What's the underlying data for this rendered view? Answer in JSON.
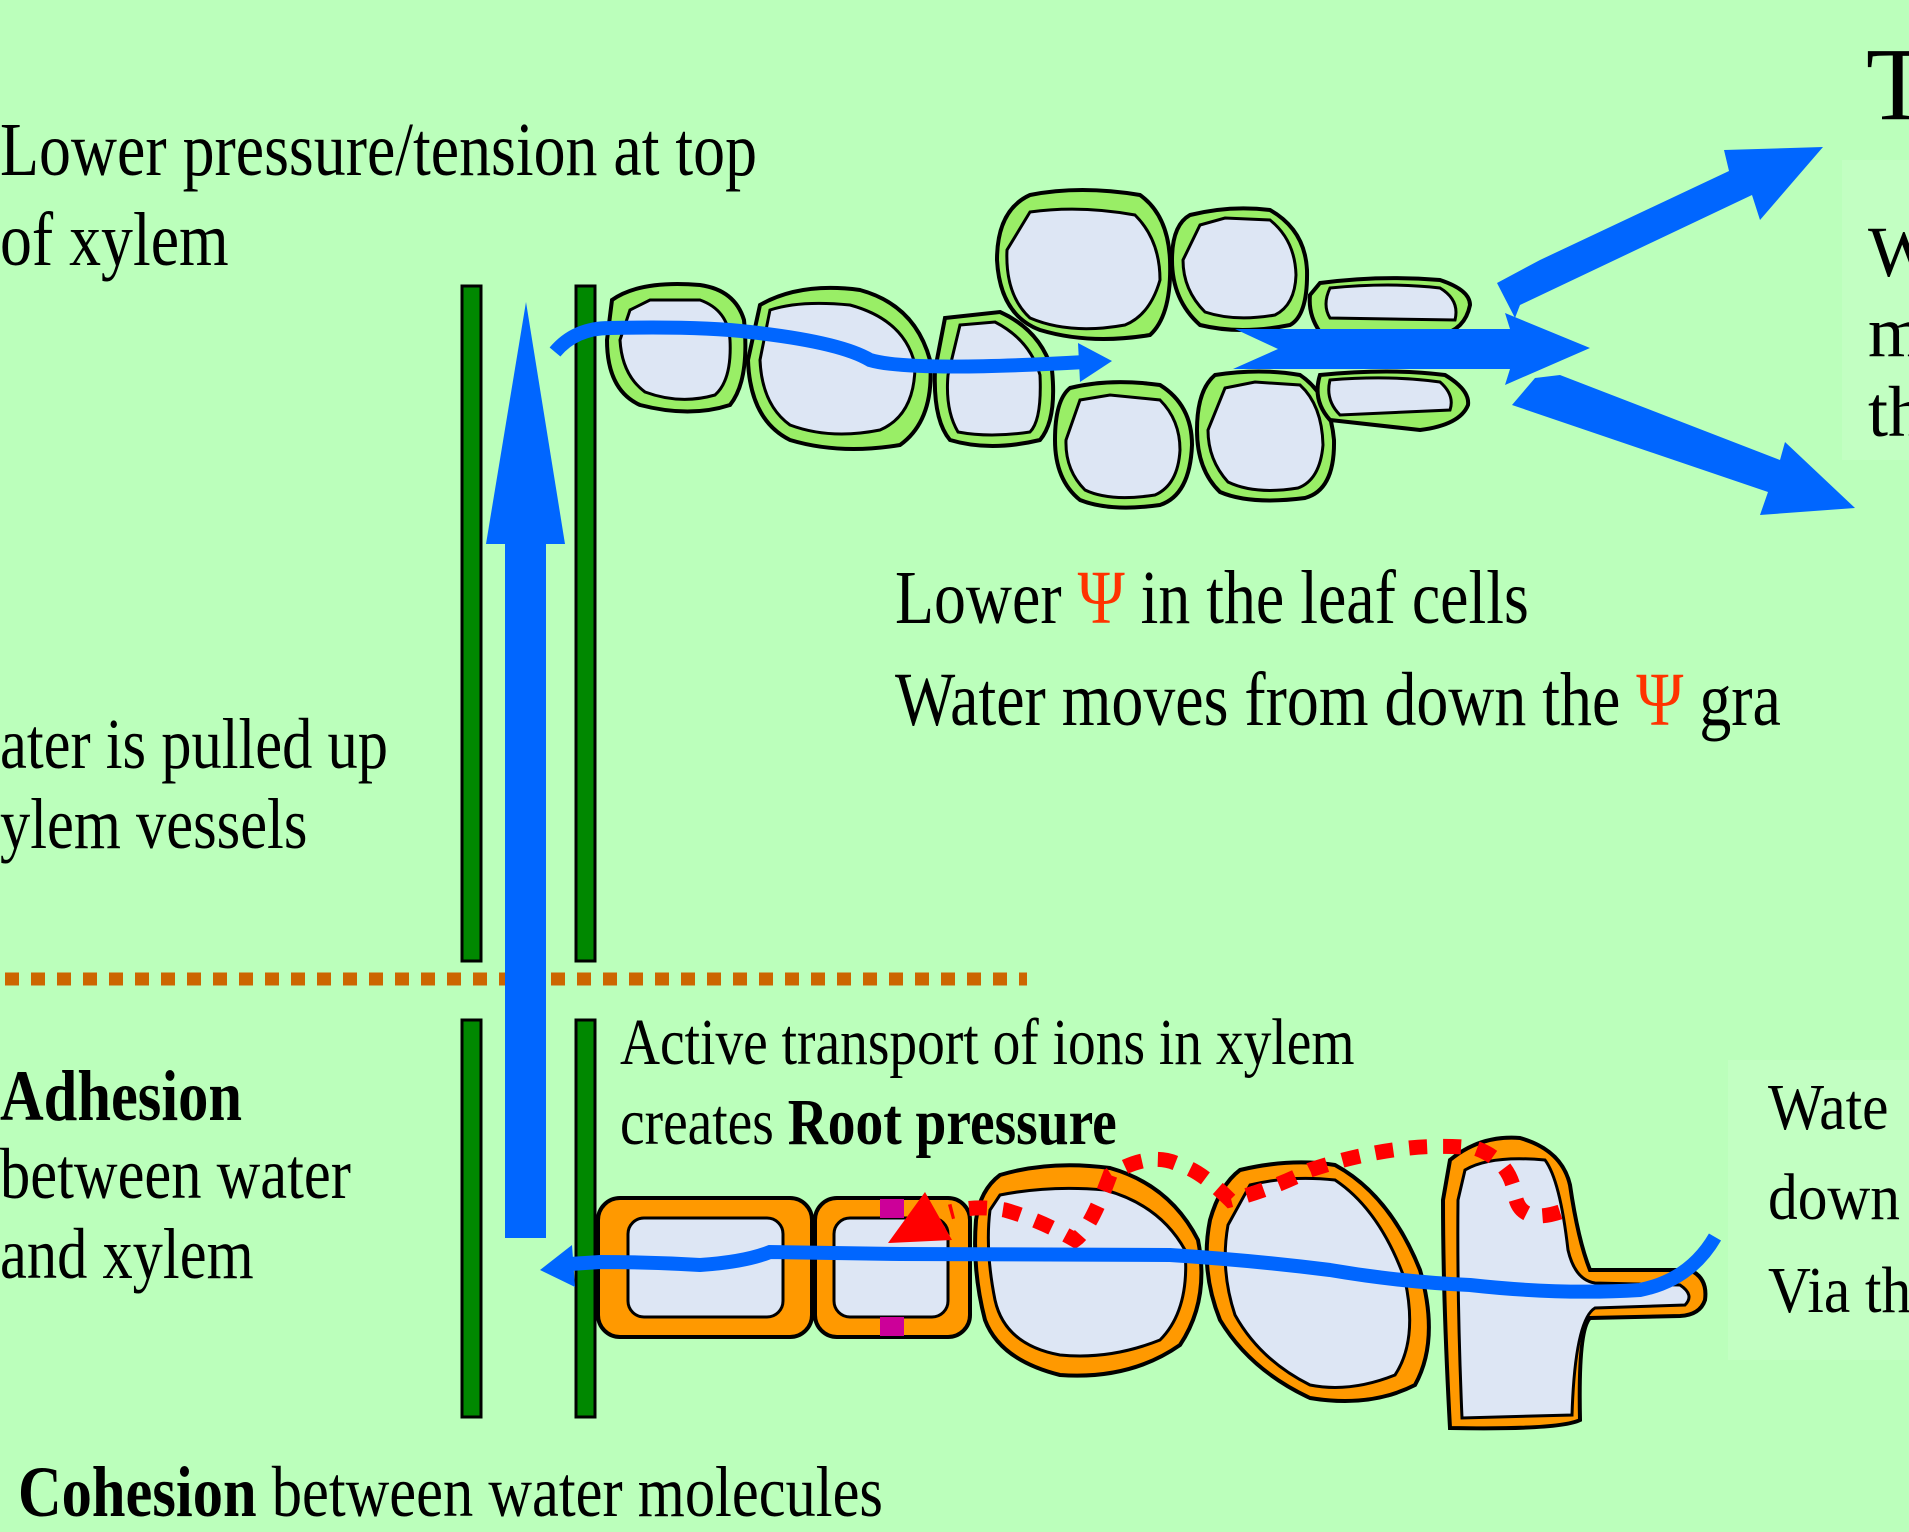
{
  "slide": {
    "top_left": {
      "line1": "Lower pressure/tension at top",
      "line2": "of xylem"
    },
    "top_right": {
      "title_fragment": "T",
      "line1": "W",
      "line2": "m",
      "line3": "th"
    },
    "leaf_caption": {
      "line1_before": "Lower",
      "psi_symbol": "Ψ",
      "line1_after": "in the leaf cells",
      "line2_before": "Water moves from down the",
      "line2_after": "gra"
    },
    "xylem_caption": {
      "line1": "ater is pulled up",
      "line2": "ylem vessels"
    },
    "adhesion_caption": {
      "bold": "Adhesion",
      "line2": "between water",
      "line3": "and xylem"
    },
    "root_caption": {
      "line1": "Active transport of ions in xylem",
      "line2_before": "creates",
      "line2_bold": "Root pressure"
    },
    "root_right_caption": {
      "line1": "Wate",
      "line2": "down",
      "line3": "Via th"
    },
    "bottom_caption": {
      "bold": "Cohesion",
      "rest": "between water molecules"
    }
  },
  "colors": {
    "background": "#BBFFBB",
    "water_flow_blue": "#0066FF",
    "xylem_green": "#008800",
    "leaf_cell_wall": "#99EE66",
    "root_cell_wall": "#FF9900",
    "cell_vacuole": "#DDE6F4",
    "symplast_red": "#FF0000",
    "plasmodesmata_magenta": "#CC0099",
    "boundary_orange": "#CC6600",
    "psi_orange_red": "#FF3300"
  }
}
